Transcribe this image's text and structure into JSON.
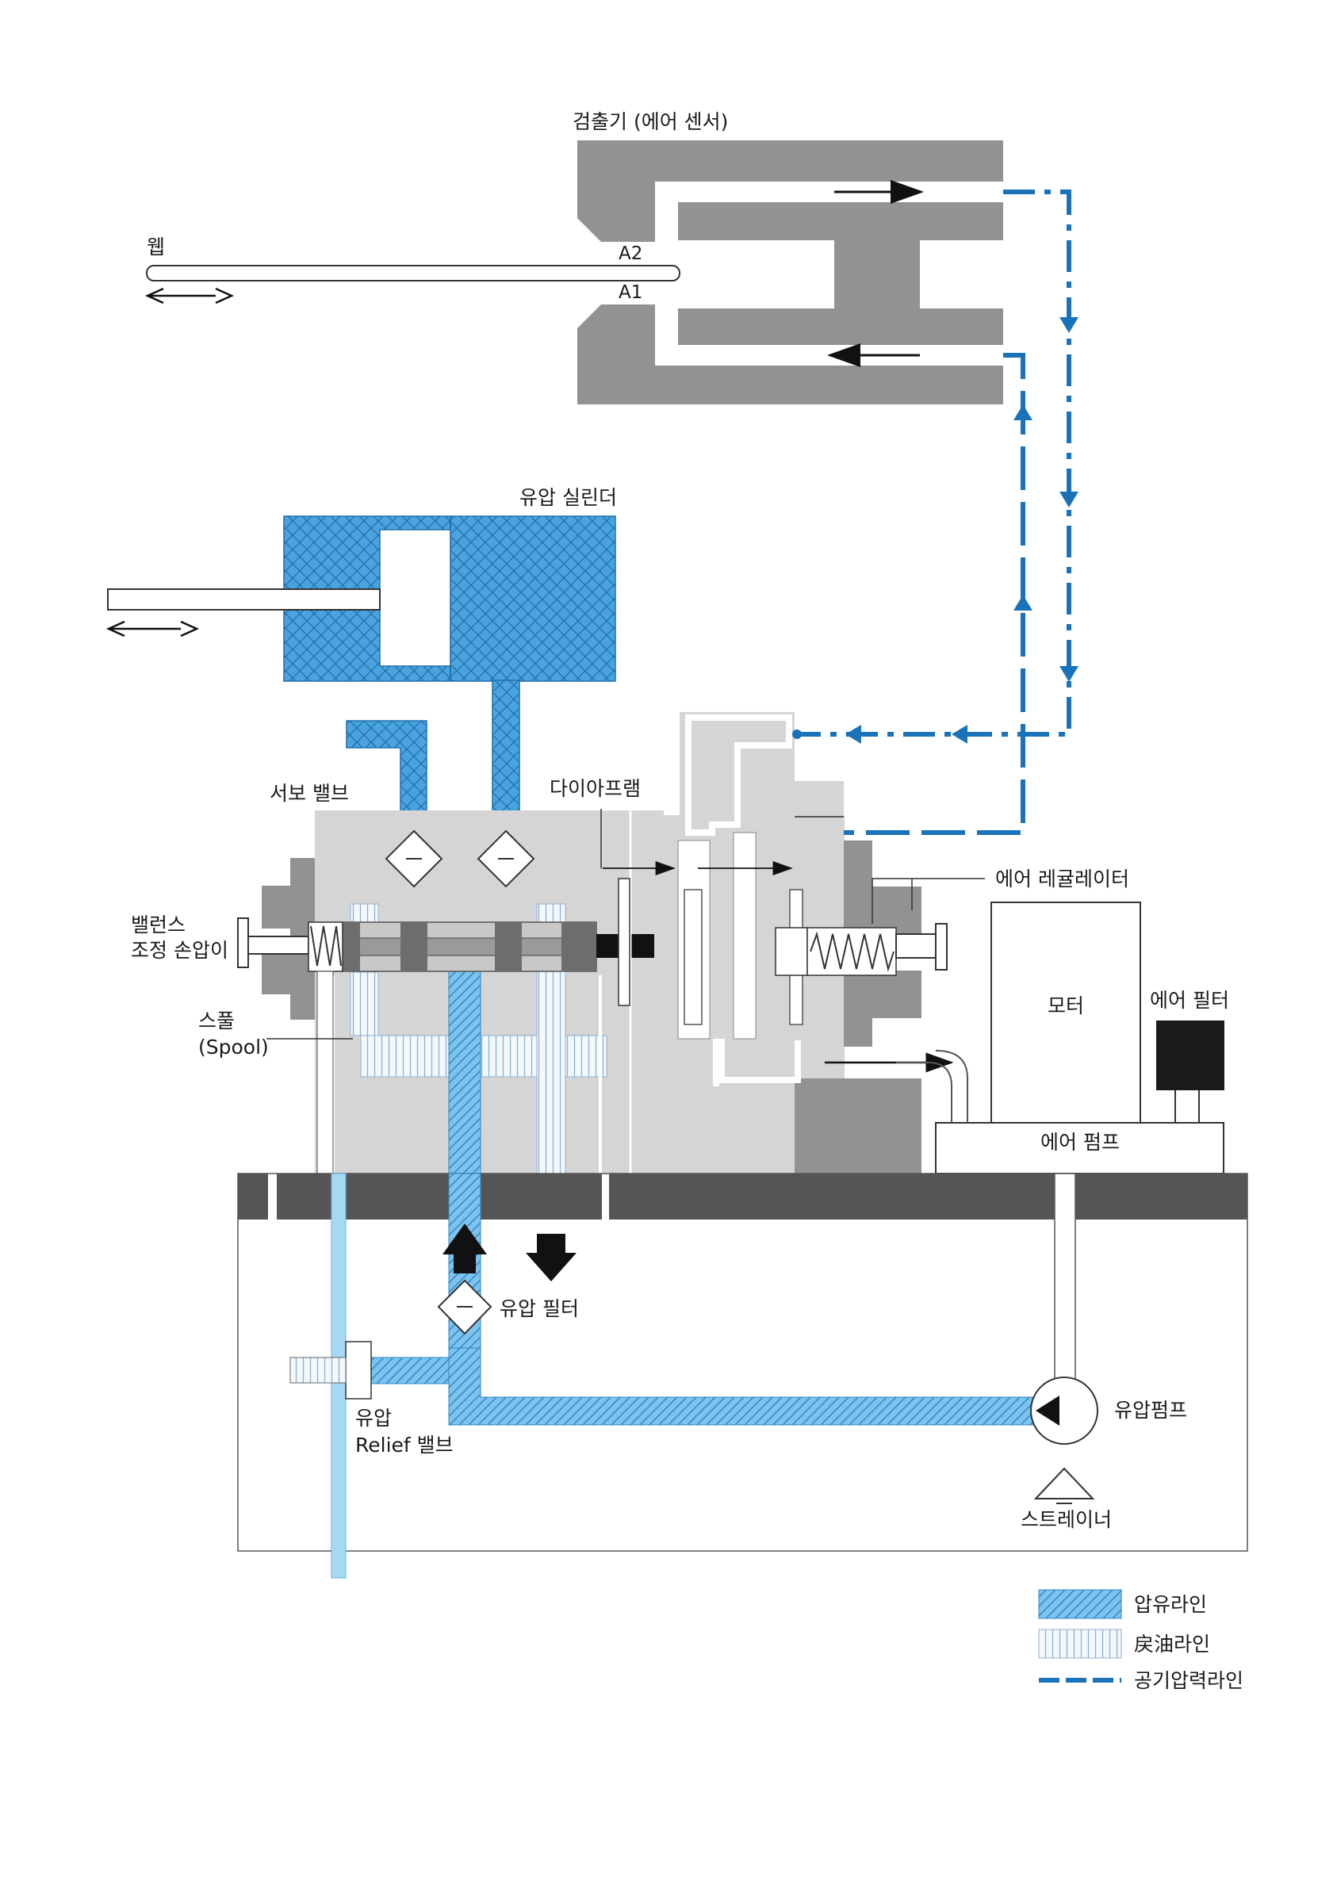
{
  "labels": {
    "detector": "검출기 (에어 센서)",
    "web": "웹",
    "a2": "A2",
    "a1": "A1",
    "cylinder": "유압 실린더",
    "servo_valve": "서보 밸브",
    "diaphragm": "다이아프램",
    "air_regulator": "에어 레귤레이터",
    "balance_line1": "밸런스",
    "balance_line2": "조정 손압이",
    "spool_line1": "스풀",
    "spool_line2": "(Spool)",
    "motor": "모터",
    "air_filter": "에어 필터",
    "air_pump": "에어 펌프",
    "oil_filter": "유압 필터",
    "relief_line1": "유압",
    "relief_line2": "Relief 밸브",
    "oil_pump": "유압펌프",
    "strainer": "스트레이너"
  },
  "legend": [
    {
      "label": "압유라인"
    },
    {
      "label": "戻油라인"
    },
    {
      "label": "공기압력라인"
    }
  ],
  "colors": {
    "pressure_oil": "#4aa3df",
    "return_oil": "#e9f3fb",
    "air_line": "#1a73b8",
    "body_gray": "#d5d5d5",
    "dark_gray": "#8c8c8c",
    "tank_bar": "#555555"
  }
}
